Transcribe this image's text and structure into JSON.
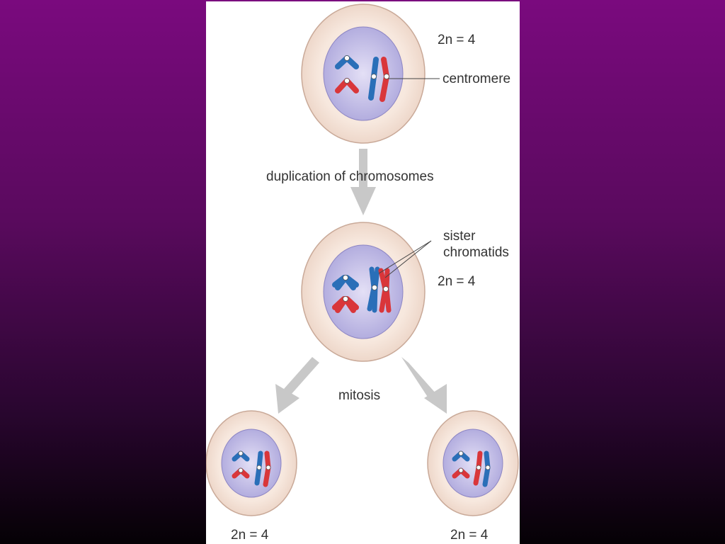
{
  "labels": {
    "ploidy_top": "2n = 4",
    "centromere": "centromere",
    "duplication": "duplication of chromosomes",
    "sister": "sister",
    "chromatids": "chromatids",
    "ploidy_mid": "2n = 4",
    "mitosis": "mitosis",
    "ploidy_left": "2n = 4",
    "ploidy_right": "2n = 4"
  },
  "colors": {
    "background_top": "#7a0a7e",
    "background_bottom": "#050105",
    "cytoplasm": "#f3e1d6",
    "cell_outline": "#c9a998",
    "nucleus": "#c7c3ea",
    "chromosome_blue": "#2a6fb8",
    "chromosome_red": "#d9363a",
    "arrow": "#c8c8c8"
  }
}
